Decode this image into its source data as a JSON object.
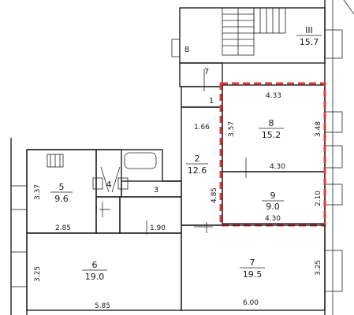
{
  "rooms": {
    "stair": {
      "num": "III",
      "area": "15.7"
    },
    "r8": {
      "num": "8",
      "area": "15.2"
    },
    "r9": {
      "num": "9",
      "area": "9.0"
    },
    "r2": {
      "num": "2",
      "area": "12.6"
    },
    "r5": {
      "num": "5",
      "area": "9.6"
    },
    "r4": {
      "num": "4"
    },
    "r6": {
      "num": "6",
      "area": "19.0"
    },
    "r7": {
      "num": "7",
      "area": "19.5"
    }
  },
  "labels": {
    "n8": "8",
    "n7": "7",
    "n1": "1",
    "n3": "3"
  },
  "dimensions": {
    "d_4_33": "4.33",
    "d_3_57": "3.57",
    "d_3_48": "3.48",
    "d_1_66": "1.66",
    "d_4_30_a": "4.30",
    "d_4_30_b": "4.30",
    "d_2_10": "2.10",
    "d_4_85": "4.85",
    "d_3_37": "3.37",
    "d_2_85": "2.85",
    "d_1_90": "1.90",
    "d_3_25_left": "3.25",
    "d_3_25_right": "3.25",
    "d_5_85": "5.85",
    "d_6_00": "6.00"
  },
  "colors": {
    "highlight": "#e53935",
    "line": "#222222"
  }
}
